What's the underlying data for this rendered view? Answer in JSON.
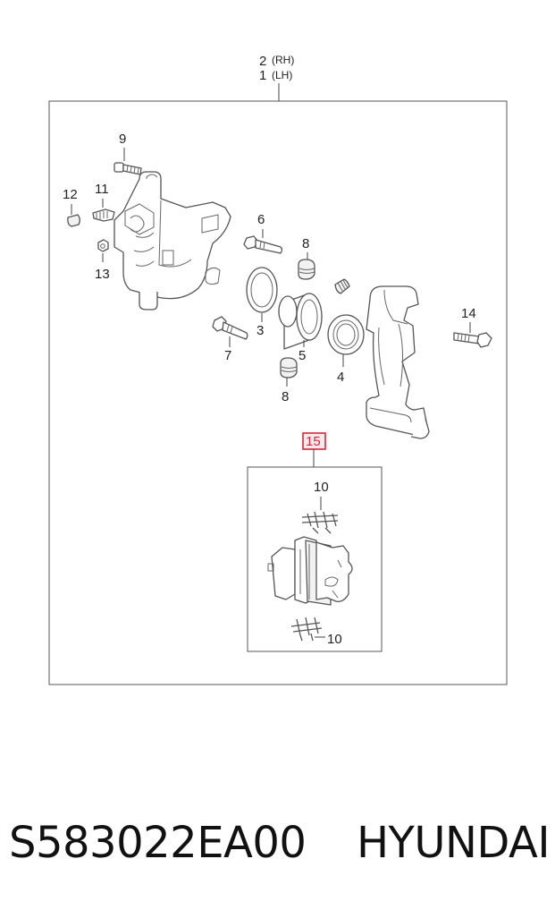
{
  "diagram": {
    "parent_labels": {
      "top_number": "2",
      "top_suffix": "(RH)",
      "bottom_number": "1",
      "bottom_suffix": "(LH)"
    },
    "highlight_color": "#d9263a",
    "callouts": {
      "n9": "9",
      "n12": "12",
      "n11": "11",
      "n13": "13",
      "n6": "6",
      "n8a": "8",
      "n3": "3",
      "n7": "7",
      "n5": "5",
      "n8b": "8",
      "n4": "4",
      "n14": "14",
      "n15": "15",
      "n10a": "10",
      "n10b": "10"
    }
  },
  "caption": {
    "part_number": "S583022EA00",
    "brand": "HYUNDAI"
  }
}
